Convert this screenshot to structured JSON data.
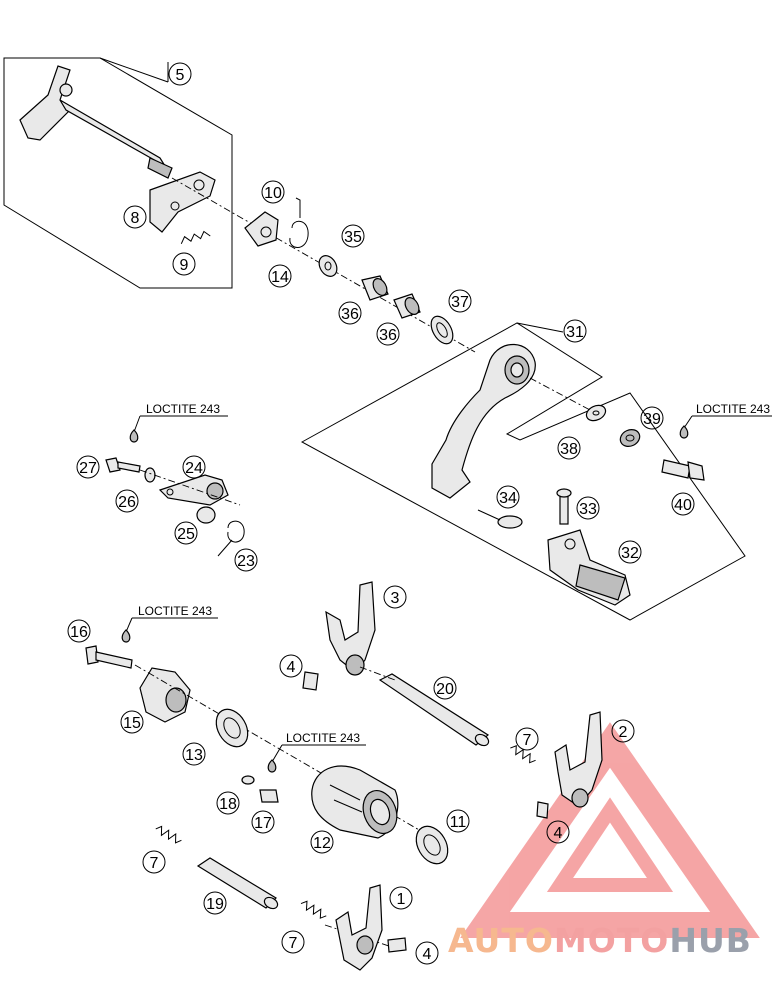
{
  "callouts": [
    {
      "id": "c5",
      "label": "5"
    },
    {
      "id": "c8",
      "label": "8"
    },
    {
      "id": "c9",
      "label": "9"
    },
    {
      "id": "c10",
      "label": "10"
    },
    {
      "id": "c14",
      "label": "14"
    },
    {
      "id": "c35",
      "label": "35"
    },
    {
      "id": "c36a",
      "label": "36"
    },
    {
      "id": "c36b",
      "label": "36"
    },
    {
      "id": "c37",
      "label": "37"
    },
    {
      "id": "c31",
      "label": "31"
    },
    {
      "id": "c39",
      "label": "39"
    },
    {
      "id": "c38",
      "label": "38"
    },
    {
      "id": "c40",
      "label": "40"
    },
    {
      "id": "c34",
      "label": "34"
    },
    {
      "id": "c33",
      "label": "33"
    },
    {
      "id": "c32",
      "label": "32"
    },
    {
      "id": "c27",
      "label": "27"
    },
    {
      "id": "c24",
      "label": "24"
    },
    {
      "id": "c26",
      "label": "26"
    },
    {
      "id": "c25",
      "label": "25"
    },
    {
      "id": "c23",
      "label": "23"
    },
    {
      "id": "c3",
      "label": "3"
    },
    {
      "id": "c16",
      "label": "16"
    },
    {
      "id": "c4a",
      "label": "4"
    },
    {
      "id": "c20",
      "label": "20"
    },
    {
      "id": "c15",
      "label": "15"
    },
    {
      "id": "c2",
      "label": "2"
    },
    {
      "id": "c7a",
      "label": "7"
    },
    {
      "id": "c13",
      "label": "13"
    },
    {
      "id": "c18",
      "label": "18"
    },
    {
      "id": "c17",
      "label": "17"
    },
    {
      "id": "c12",
      "label": "12"
    },
    {
      "id": "c11",
      "label": "11"
    },
    {
      "id": "c4b",
      "label": "4"
    },
    {
      "id": "c7b",
      "label": "7"
    },
    {
      "id": "c19",
      "label": "19"
    },
    {
      "id": "c1",
      "label": "1"
    },
    {
      "id": "c7c",
      "label": "7"
    },
    {
      "id": "c4c",
      "label": "4"
    }
  ],
  "loctite_labels": [
    {
      "id": "l1",
      "text": "LOCTITE 243"
    },
    {
      "id": "l2",
      "text": "LOCTITE 243"
    },
    {
      "id": "l3",
      "text": "LOCTITE 243"
    },
    {
      "id": "l4",
      "text": "LOCTITE 243"
    }
  ],
  "watermark": {
    "part1": "AUTO",
    "part2": "MOTO",
    "part3": "HUB",
    "color_auto": "#f6b88f",
    "color_moto": "#f3a1a1",
    "color_hub": "#9aa0ab",
    "triangle_color": "#ef6b6b"
  }
}
